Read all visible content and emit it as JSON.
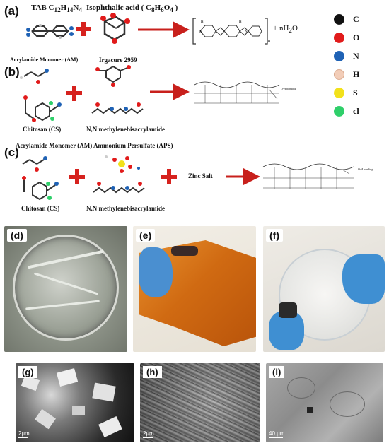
{
  "panel_a": {
    "label": "(a)",
    "reactant1": "TAB C",
    "reactant1_sub1": "12",
    "reactant1_mid": "H",
    "reactant1_sub2": "14",
    "reactant1_end": "N",
    "reactant1_sub3": "4",
    "reactant2": "Isophthalic acid ( C",
    "reactant2_sub1": "8",
    "reactant2_mid": "H",
    "reactant2_sub2": "6",
    "reactant2_end": "O",
    "reactant2_sub3": "4",
    "reactant2_close": " )",
    "byproduct": "+ nH",
    "byproduct_sub": "2",
    "byproduct_end": "O",
    "repeat_n": "n"
  },
  "panel_b": {
    "label": "(b)",
    "monomer": "Acrylamide Monomer (AM)",
    "initiator": "Irgacure 2959",
    "polymer": "Chitosan (CS)",
    "crosslinker": "N,N methylenebisacrylamide",
    "bonding": "O-H bonding"
  },
  "panel_c": {
    "label": "(c)",
    "monomer": "Acrylamide Monomer (AM)",
    "initiator": "Ammonium Persulfate (APS)",
    "polymer": "Chitosan (CS)",
    "crosslinker": "N,N methylenebisacrylamide",
    "salt": "Zinc Salt",
    "bonding": "O-H bonding"
  },
  "legend": [
    {
      "symbol": "C",
      "color": "#111111"
    },
    {
      "symbol": "O",
      "color": "#e11b1b"
    },
    {
      "symbol": "N",
      "color": "#1f62b5"
    },
    {
      "symbol": "H",
      "color": "#f2cdb8"
    },
    {
      "symbol": "S",
      "color": "#f2e11b"
    },
    {
      "symbol": "cl",
      "color": "#2fcf6a"
    }
  ],
  "photos": [
    {
      "label": "(d)"
    },
    {
      "label": "(e)"
    },
    {
      "label": "(f)"
    }
  ],
  "sem": [
    {
      "label": "(g)",
      "scale": "2μm"
    },
    {
      "label": "(h)",
      "scale": "2μm"
    },
    {
      "label": "(i)",
      "scale": "40 μm"
    }
  ],
  "colors": {
    "plus": "#d6221e",
    "arrow": "#c8201c"
  }
}
